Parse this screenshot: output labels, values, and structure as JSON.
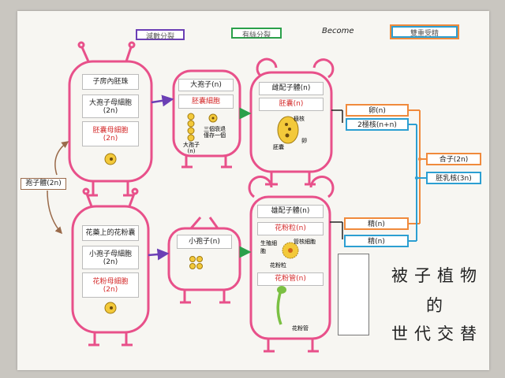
{
  "legend": {
    "meiosis": "減數分裂",
    "mitosis": "有絲分裂",
    "become": "Become",
    "double_fertilization": "雙重受精"
  },
  "sporophyte": "孢子體(2n)",
  "female": {
    "ovary_ovule": "子房內胚珠",
    "megaspore_mother": "大孢子母細胞",
    "megaspore_mother_ploidy": "(2n)",
    "embryo_sac_mother": "胚囊母細胞",
    "embryo_sac_mother_ploidy": "(2n)",
    "megaspore": "大孢子(n)",
    "embryo_sac_cell": "胚囊細胞",
    "megaspore_note_label": "大孢子",
    "megaspore_note_ploidy": "(n)",
    "degenerate_note_1": "三個衰退",
    "degenerate_note_2": "僅存一個",
    "gametophyte": "雌配子體(n)",
    "embryo_sac": "胚囊(n)",
    "polar_nuclei_label": "極核",
    "egg_label": "卵",
    "embryo_sac_label": "胚囊"
  },
  "male": {
    "anther": "花藥上的花粉囊",
    "microspore_mother": "小孢子母細胞",
    "microspore_mother_ploidy": "(2n)",
    "pollen_mother": "花粉母細胞",
    "pollen_mother_ploidy": "(2n)",
    "microspore": "小孢子(n)",
    "gametophyte": "雄配子體(n)",
    "pollen_grain": "花粉粒(n)",
    "tube_cell_label": "管核細胞",
    "generative_label": "生殖細胞",
    "pollen_label": "花粉粒",
    "pollen_tube": "花粉管(n)",
    "pollen_tube_caption": "花粉管"
  },
  "results": {
    "egg": "卵(n)",
    "polar_nuclei": "2極核(n+n)",
    "sperm_1": "精(n)",
    "sperm_2": "精(n)",
    "zygote": "合子(2n)",
    "endosperm": "胚乳核(3n)"
  },
  "title": {
    "line1": "被子植物",
    "line2": "的",
    "line3": "世代交替"
  },
  "colors": {
    "pink": "#e8508a",
    "purple": "#6b3fb5",
    "green": "#2aa04a",
    "orange": "#f08a3c",
    "teal": "#2c9fd2",
    "brown": "#9a6a4a",
    "cell_yellow": "#f3c93a"
  }
}
